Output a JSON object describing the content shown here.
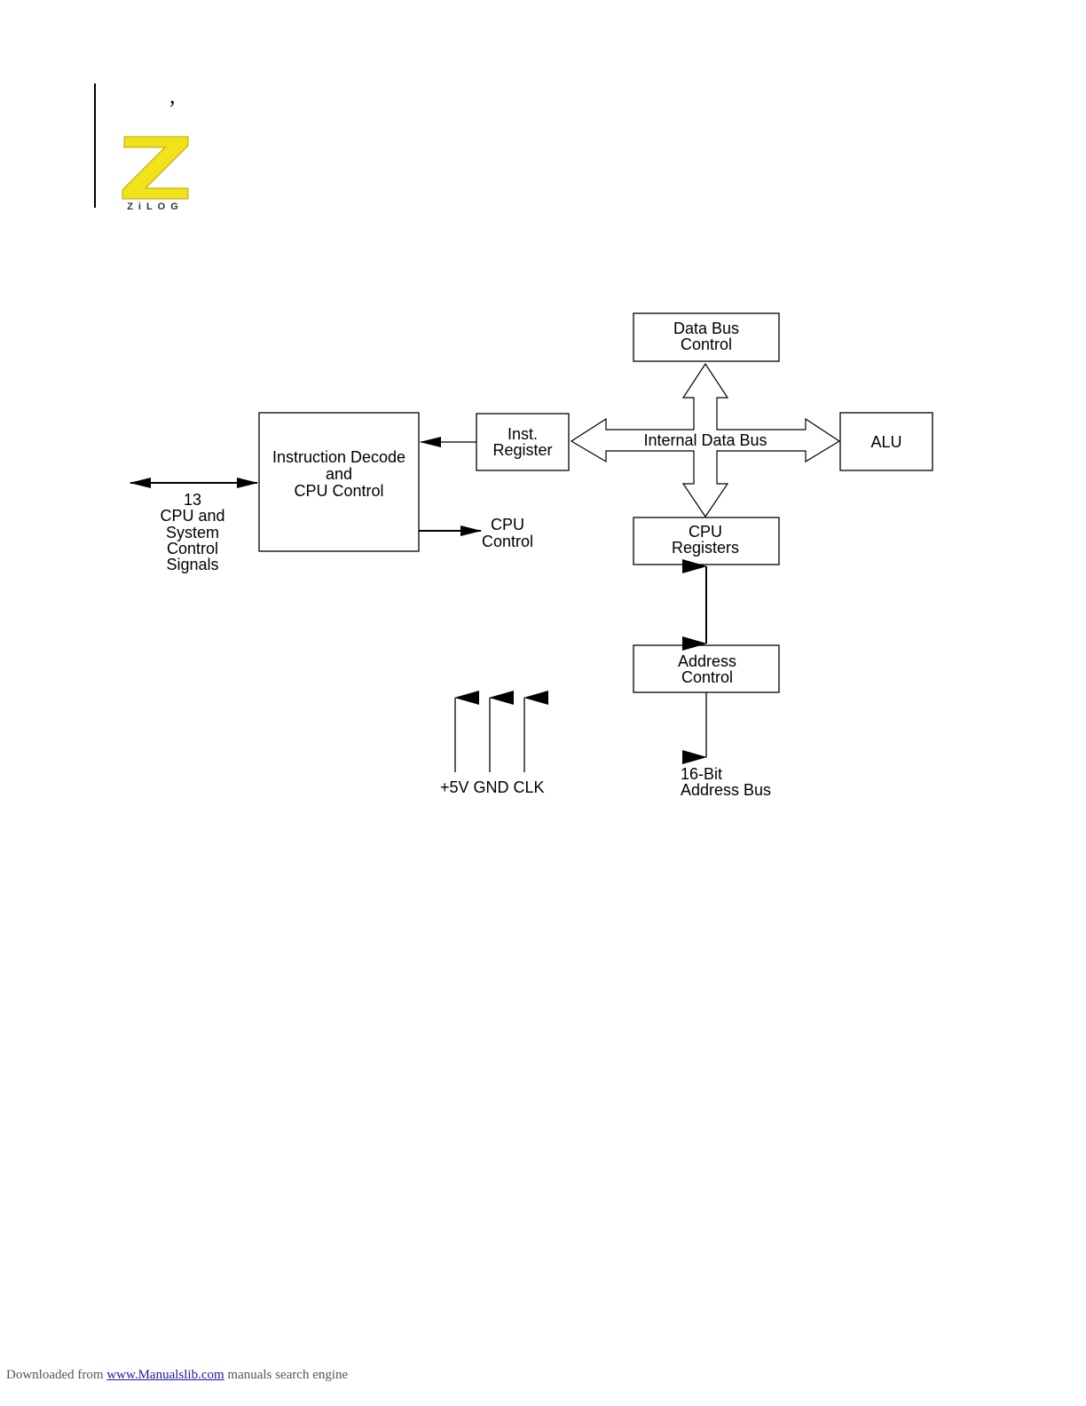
{
  "header": {
    "mark": "’"
  },
  "logo": {
    "letter": "Z",
    "wordmark": "ZiLOG",
    "color": "#f2e21a"
  },
  "diagram": {
    "data_bus_control": [
      "Data Bus",
      "Control"
    ],
    "inst_register": [
      "Inst.",
      "Register"
    ],
    "instruction_decode": [
      "Instruction Decode",
      "and",
      "CPU Control"
    ],
    "alu": [
      "ALU"
    ],
    "cpu_registers": [
      "CPU",
      "Registers"
    ],
    "address_control": [
      "Address",
      "Control"
    ],
    "internal_data_bus": "Internal Data Bus",
    "cpu_control_out": [
      "CPU",
      "Control"
    ],
    "control_signals": [
      "13",
      "CPU and",
      "System",
      "Control",
      "Signals"
    ],
    "power_pins": "+5V GND CLK",
    "address_bus": [
      "16-Bit",
      "Address Bus"
    ]
  },
  "footer": {
    "prefix": "Downloaded from ",
    "link": "www.Manualslib.com",
    "suffix": "  manuals search engine"
  }
}
